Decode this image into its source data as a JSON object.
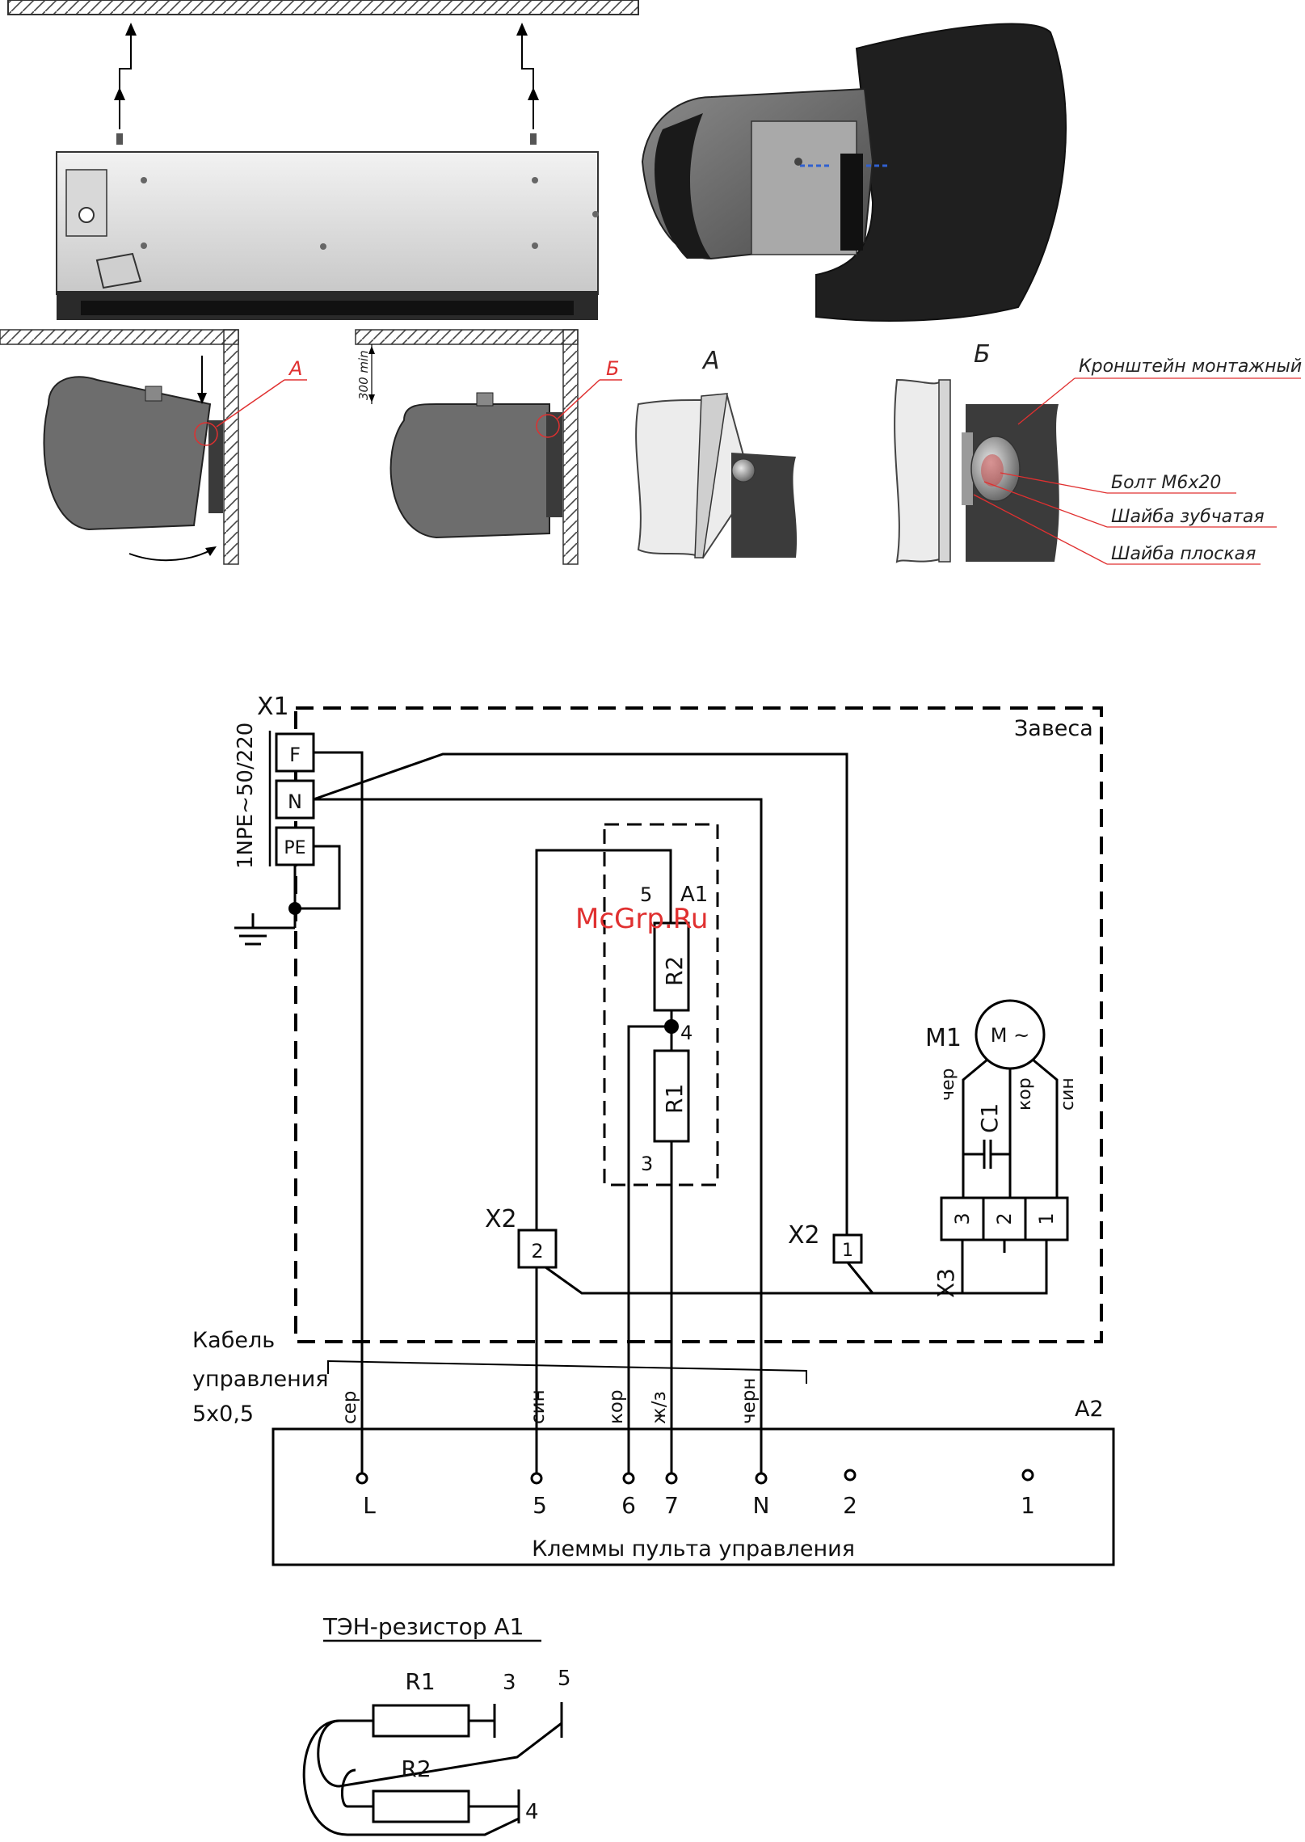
{
  "installation": {
    "detail_a_callout": "А",
    "detail_b_callout": "Б",
    "clearance_label": "300 min",
    "detail_a_title": "А",
    "detail_b_title": "Б",
    "bracket_label": "Кронштейн монтажный",
    "bolt_label": "Болт М6х20",
    "tooth_washer_label": "Шайба зубчатая",
    "flat_washer_label": "Шайба плоская"
  },
  "schematic": {
    "watermark": "McGrp.Ru",
    "x1_label": "X1",
    "supply_label": "1NPE~50/220",
    "curtain_label": "Завеса",
    "x1_pins": [
      "F",
      "N",
      "PE"
    ],
    "a1_label": "A1",
    "a1_pin5": "5",
    "a1_pin4": "4",
    "a1_pin3": "3",
    "r1_label": "R1",
    "r2_label": "R2",
    "m1_label": "M1",
    "m1_symbol": "M ~",
    "c1_label": "C1",
    "motor_wires": [
      "чер",
      "кор",
      "син"
    ],
    "x2_label_left": "X2",
    "x2_label_right": "X2",
    "x2_pin_left": "2",
    "x2_pin_right": "1",
    "x3_label": "X3",
    "x3_pins": [
      "3",
      "2",
      "1"
    ],
    "cable_label_lines": [
      "Кабель",
      "управления",
      "5х0,5"
    ],
    "a2_label": "A2",
    "wire_colors": [
      "сер",
      "син",
      "кор",
      "ж/з",
      "черн"
    ],
    "terminals": [
      "L",
      "5",
      "6",
      "7",
      "N",
      "2",
      "1"
    ],
    "terminals_caption": "Клеммы пульта управления"
  },
  "heater_resistor": {
    "title": "ТЭН-резистор А1",
    "r1": "R1",
    "r2": "R2",
    "pin3": "3",
    "pin5": "5",
    "pin4": "4"
  }
}
